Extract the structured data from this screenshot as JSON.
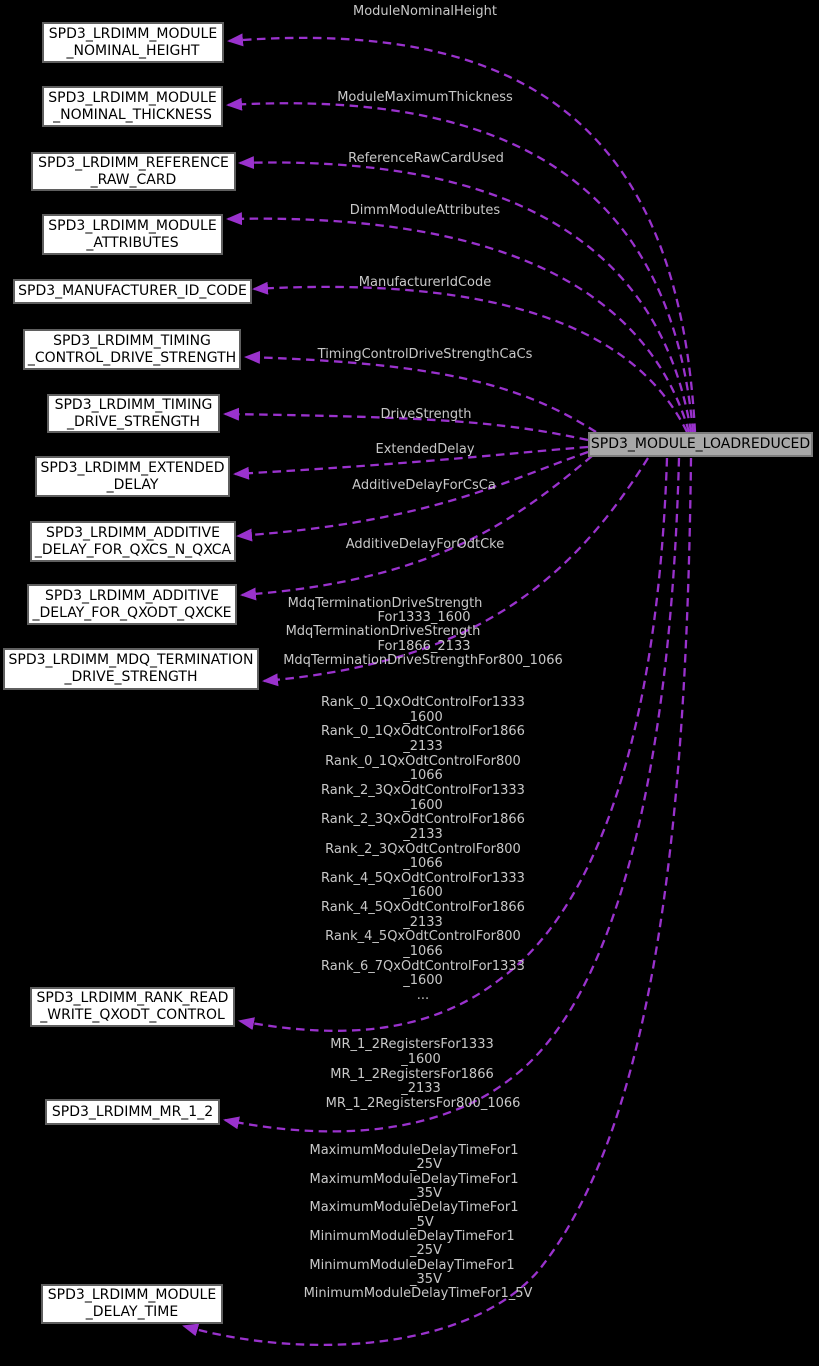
{
  "diagram": {
    "central_node": {
      "id": "spd3_module_loadreduced",
      "label": "SPD3_MODULE_LOADREDUCED"
    },
    "nodes": [
      {
        "id": "spd3_lrdimm_module_nominal_height",
        "lines": [
          "SPD3_LRDIMM_MODULE",
          "_NOMINAL_HEIGHT"
        ]
      },
      {
        "id": "spd3_lrdimm_module_nominal_thickness",
        "lines": [
          "SPD3_LRDIMM_MODULE",
          "_NOMINAL_THICKNESS"
        ]
      },
      {
        "id": "spd3_lrdimm_reference_raw_card",
        "lines": [
          "SPD3_LRDIMM_REFERENCE",
          "_RAW_CARD"
        ]
      },
      {
        "id": "spd3_lrdimm_module_attributes",
        "lines": [
          "SPD3_LRDIMM_MODULE",
          "_ATTRIBUTES"
        ]
      },
      {
        "id": "spd3_manufacturer_id_code",
        "lines": [
          "SPD3_MANUFACTURER_ID_CODE"
        ]
      },
      {
        "id": "spd3_lrdimm_timing_control_drive_strength",
        "lines": [
          "SPD3_LRDIMM_TIMING",
          "_CONTROL_DRIVE_STRENGTH"
        ]
      },
      {
        "id": "spd3_lrdimm_timing_drive_strength",
        "lines": [
          "SPD3_LRDIMM_TIMING",
          "_DRIVE_STRENGTH"
        ]
      },
      {
        "id": "spd3_lrdimm_extended_delay",
        "lines": [
          "SPD3_LRDIMM_EXTENDED",
          "_DELAY"
        ]
      },
      {
        "id": "spd3_lrdimm_additive_delay_for_qxcs_n_qxca",
        "lines": [
          "SPD3_LRDIMM_ADDITIVE",
          "_DELAY_FOR_QXCS_N_QXCA"
        ]
      },
      {
        "id": "spd3_lrdimm_additive_delay_for_qxodt_qxcke",
        "lines": [
          "SPD3_LRDIMM_ADDITIVE",
          "_DELAY_FOR_QXODT_QXCKE"
        ]
      },
      {
        "id": "spd3_lrdimm_mdq_termination_drive_strength",
        "lines": [
          "SPD3_LRDIMM_MDQ_TERMINATION",
          "_DRIVE_STRENGTH"
        ]
      },
      {
        "id": "spd3_lrdimm_rank_read_write_qxodt_control",
        "lines": [
          "SPD3_LRDIMM_RANK_READ",
          "_WRITE_QXODT_CONTROL"
        ]
      },
      {
        "id": "spd3_lrdimm_mr_1_2",
        "lines": [
          "SPD3_LRDIMM_MR_1_2"
        ]
      },
      {
        "id": "spd3_lrdimm_module_delay_time",
        "lines": [
          "SPD3_LRDIMM_MODULE",
          "_DELAY_TIME"
        ]
      }
    ],
    "edge_labels": [
      {
        "id": "module_nominal_height",
        "lines": [
          "ModuleNominalHeight"
        ]
      },
      {
        "id": "module_maximum_thickness",
        "lines": [
          "ModuleMaximumThickness"
        ]
      },
      {
        "id": "reference_raw_card_used",
        "lines": [
          "ReferenceRawCardUsed"
        ]
      },
      {
        "id": "dimm_module_attributes",
        "lines": [
          "DimmModuleAttributes"
        ]
      },
      {
        "id": "manufacturer_id_code",
        "lines": [
          "ManufacturerIdCode"
        ]
      },
      {
        "id": "timing_control_drive_strength_cacs",
        "lines": [
          "TimingControlDriveStrengthCaCs"
        ]
      },
      {
        "id": "drive_strength",
        "lines": [
          "DriveStrength"
        ]
      },
      {
        "id": "extended_delay",
        "lines": [
          "ExtendedDelay"
        ]
      },
      {
        "id": "additive_delay_for_csca",
        "lines": [
          "AdditiveDelayForCsCa"
        ]
      },
      {
        "id": "additive_delay_for_odtcke",
        "lines": [
          "AdditiveDelayForOdtCke"
        ]
      },
      {
        "id": "mdq_termination_drive_strength",
        "lines": [
          "MdqTerminationDriveStrength",
          "For1333_1600",
          "MdqTerminationDriveStrength",
          "For1866_2133",
          "MdqTerminationDriveStrengthFor800_1066"
        ]
      },
      {
        "id": "rank_qx_odt_control",
        "lines": [
          "Rank_0_1QxOdtControlFor1333",
          "_1600",
          "Rank_0_1QxOdtControlFor1866",
          "_2133",
          "Rank_0_1QxOdtControlFor800",
          "_1066",
          "Rank_2_3QxOdtControlFor1333",
          "_1600",
          "Rank_2_3QxOdtControlFor1866",
          "_2133",
          "Rank_2_3QxOdtControlFor800",
          "_1066",
          "Rank_4_5QxOdtControlFor1333",
          "_1600",
          "Rank_4_5QxOdtControlFor1866",
          "_2133",
          "Rank_4_5QxOdtControlFor800",
          "_1066",
          "Rank_6_7QxOdtControlFor1333",
          "_1600",
          "..."
        ]
      },
      {
        "id": "mr_1_2_registers",
        "lines": [
          "MR_1_2RegistersFor1333",
          "_1600",
          "MR_1_2RegistersFor1866",
          "_2133",
          "MR_1_2RegistersFor800_1066"
        ]
      },
      {
        "id": "module_delay_time_values",
        "lines": [
          "MaximumModuleDelayTimeFor1",
          "_25V",
          "MaximumModuleDelayTimeFor1",
          "_35V",
          "MaximumModuleDelayTimeFor1",
          "_5V",
          "MinimumModuleDelayTimeFor1",
          "_25V",
          "MinimumModuleDelayTimeFor1",
          "_35V",
          "MinimumModuleDelayTimeFor1_5V"
        ]
      }
    ],
    "colors": {
      "background": "#000000",
      "edge": "#9a32cd",
      "edge_label_text": "#c8c8c8",
      "node_fill": "#ffffff",
      "node_border": "#5f5f5f",
      "node_text": "#000000",
      "central_fill": "#a8a8a8",
      "central_border": "#7d7d7d"
    }
  }
}
